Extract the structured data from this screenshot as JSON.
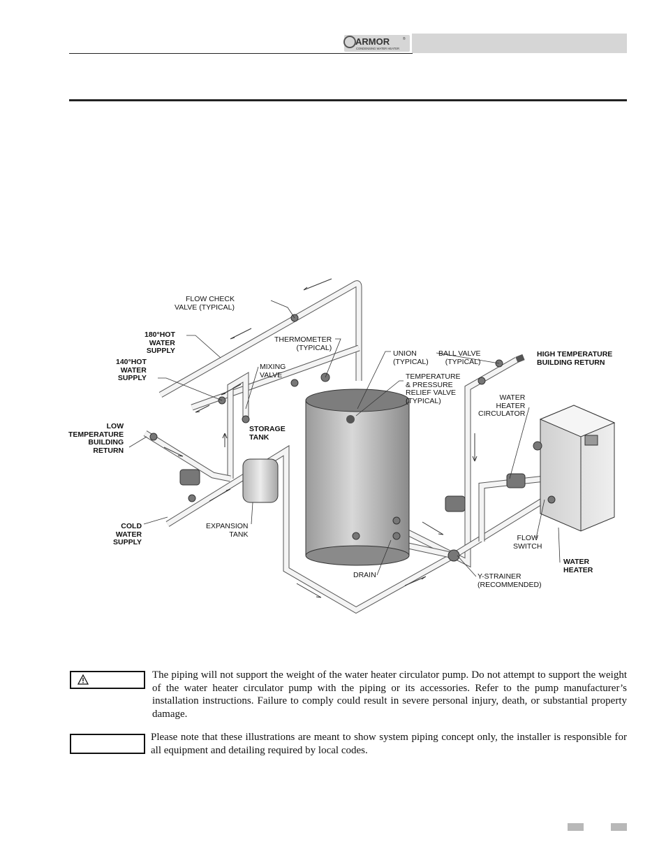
{
  "header": {
    "logo_text": "ARMOR",
    "logo_subtext": "CONDENSING WATER HEATER",
    "logo_tm": "®"
  },
  "diagram": {
    "labels": {
      "flow_check_valve": "FLOW CHECK\nVALVE (TYPICAL)",
      "hot_180": "180°HOT\nWATER\nSUPPLY",
      "hot_140": "140°HOT\nWATER\nSUPPLY",
      "thermometer": "THERMOMETER\n(TYPICAL)",
      "mixing_valve": "MIXING\nVALVE",
      "union": "UNION\n(TYPICAL)",
      "ball_valve": "BALL VALVE\n(TYPICAL)",
      "high_temp_return": "HIGH TEMPERATURE\nBUILDING RETURN",
      "tp_relief_valve": "TEMPERATURE\n& PRESSURE\nRELIEF VALVE\n(TYPICAL)",
      "water_heater_circulator": "WATER\nHEATER\nCIRCULATOR",
      "low_temp_return": "LOW\nTEMPERATURE\nBUILDING\nRETURN",
      "storage_tank": "STORAGE\nTANK",
      "cold_water_supply": "COLD\nWATER\nSUPPLY",
      "expansion_tank": "EXPANSION\nTANK",
      "flow_switch": "FLOW\nSWITCH",
      "water_heater": "WATER\nHEATER",
      "drain": "DRAIN",
      "y_strainer": "Y-STRAINER\n(RECOMMENDED)"
    }
  },
  "caution": {
    "icon": "warning-triangle-icon",
    "text": "The piping will not support the weight of the water heater circulator pump.  Do not attempt to support the weight of the water heater circulator pump with the piping or its accessories.  Refer to the pump manufacturer’s installation instructions.  Failure to comply could result in severe personal injury, death, or substantial property damage."
  },
  "notice": {
    "text": "Please note that these illustrations are meant to show system piping concept only, the installer is responsible for all equipment and detailing required by local codes."
  }
}
